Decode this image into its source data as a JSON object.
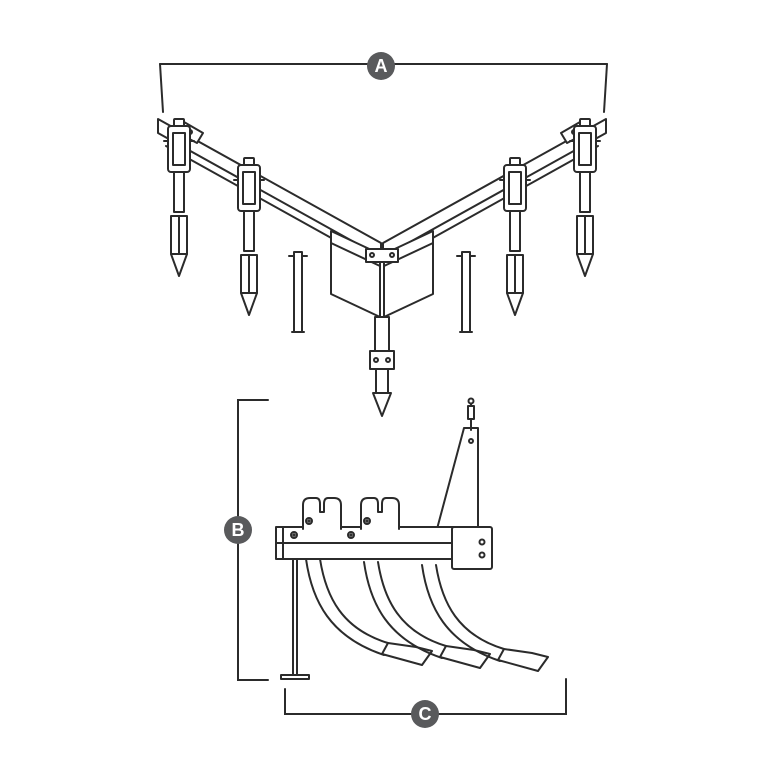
{
  "figure": {
    "title": "v-ripper-implement-dimension-diagram",
    "labels": {
      "a": "A",
      "b": "B",
      "c": "C"
    },
    "colors": {
      "badge_fill": "#595a5c",
      "badge_text": "#ffffff",
      "line": "#2b2b2b",
      "background": "#ffffff"
    }
  }
}
